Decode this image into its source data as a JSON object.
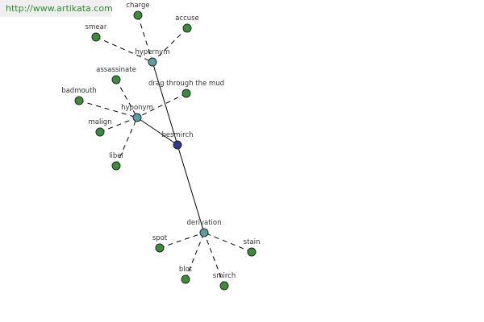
{
  "watermark": "http://www.artikata.com",
  "colors": {
    "root": "#2e3a8c",
    "relation": "#5b9ea6",
    "word": "#3f8a3f"
  },
  "graph": {
    "root": "besmirch",
    "relations": [
      {
        "id": "hypernym",
        "label": "hypernym",
        "words": [
          "charge",
          "accuse",
          "smear"
        ]
      },
      {
        "id": "hyponym",
        "label": "hyponym",
        "words": [
          "assassinate",
          "drag through the mud",
          "badmouth",
          "malign",
          "libel"
        ]
      },
      {
        "id": "derivation",
        "label": "derivation",
        "words": [
          "spot",
          "stain",
          "blot",
          "smirch"
        ]
      }
    ]
  }
}
